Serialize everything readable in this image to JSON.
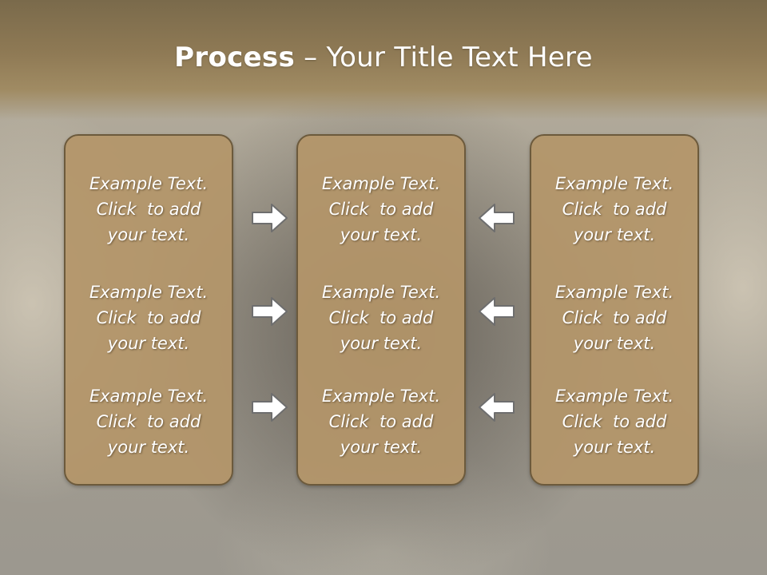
{
  "slide": {
    "title_bold": "Process",
    "title_rest": " – Your Title Text Here"
  },
  "columns": [
    {
      "items": [
        {
          "line1": "Example Text.",
          "line2": "Click  to add",
          "line3": "your text."
        },
        {
          "line1": "Example Text.",
          "line2": "Click  to add",
          "line3": "your text."
        },
        {
          "line1": "Example Text.",
          "line2": "Click  to add",
          "line3": "your text."
        }
      ]
    },
    {
      "items": [
        {
          "line1": "Example Text.",
          "line2": "Click  to add",
          "line3": "your text."
        },
        {
          "line1": "Example Text.",
          "line2": "Click  to add",
          "line3": "your text."
        },
        {
          "line1": "Example Text.",
          "line2": "Click  to add",
          "line3": "your text."
        }
      ]
    },
    {
      "items": [
        {
          "line1": "Example Text.",
          "line2": "Click  to add",
          "line3": "your text."
        },
        {
          "line1": "Example Text.",
          "line2": "Click  to add",
          "line3": "your text."
        },
        {
          "line1": "Example Text.",
          "line2": "Click  to add",
          "line3": "your text."
        }
      ]
    }
  ],
  "arrows": {
    "left_group": "right-arrow-icon",
    "right_group": "left-arrow-icon"
  },
  "colors": {
    "panel_fill": "#b4966a",
    "panel_border": "#6c5a3c",
    "header": "#8f7a55"
  }
}
